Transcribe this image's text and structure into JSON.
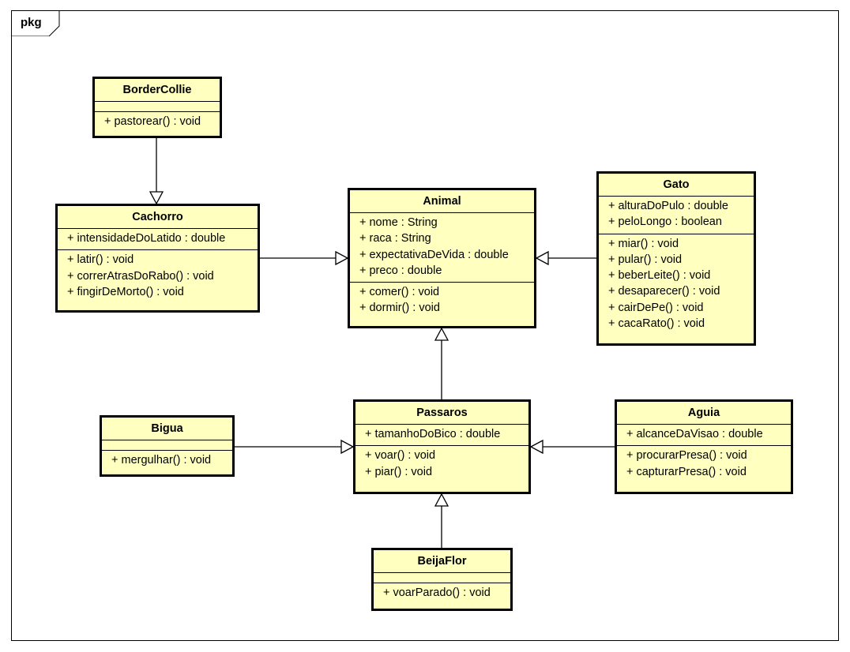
{
  "package": {
    "label": "pkg"
  },
  "classes": {
    "BorderCollie": {
      "name": "BorderCollie",
      "attributes": [],
      "methods": [
        "+ pastorear() : void"
      ]
    },
    "Cachorro": {
      "name": "Cachorro",
      "attributes": [
        "+ intensidadeDoLatido : double"
      ],
      "methods": [
        "+ latir() : void",
        "+ correrAtrasDoRabo() : void",
        "+ fingirDeMorto() : void"
      ]
    },
    "Animal": {
      "name": "Animal",
      "attributes": [
        "+ nome : String",
        "+ raca : String",
        "+ expectativaDeVida : double",
        "+ preco : double"
      ],
      "methods": [
        "+ comer() : void",
        "+ dormir() : void"
      ]
    },
    "Gato": {
      "name": "Gato",
      "attributes": [
        "+ alturaDoPulo : double",
        "+ peloLongo : boolean"
      ],
      "methods": [
        "+ miar() : void",
        "+ pular() : void",
        "+ beberLeite() : void",
        "+ desaparecer() : void",
        "+ cairDePe() : void",
        "+ cacaRato() : void"
      ]
    },
    "Bigua": {
      "name": "Bigua",
      "attributes": [],
      "methods": [
        "+ mergulhar() : void"
      ]
    },
    "Passaros": {
      "name": "Passaros",
      "attributes": [
        "+ tamanhoDoBico : double"
      ],
      "methods": [
        "+ voar() : void",
        "+ piar() : void"
      ]
    },
    "Aguia": {
      "name": "Aguia",
      "attributes": [
        "+ alcanceDaVisao : double"
      ],
      "methods": [
        "+ procurarPresa() : void",
        "+ capturarPresa() : void"
      ]
    },
    "BeijaFlor": {
      "name": "BeijaFlor",
      "attributes": [],
      "methods": [
        "+ voarParado() : void"
      ]
    }
  },
  "generalizations": [
    {
      "child": "BorderCollie",
      "parent": "Cachorro"
    },
    {
      "child": "Cachorro",
      "parent": "Animal"
    },
    {
      "child": "Gato",
      "parent": "Animal"
    },
    {
      "child": "Passaros",
      "parent": "Animal"
    },
    {
      "child": "Bigua",
      "parent": "Passaros"
    },
    {
      "child": "Aguia",
      "parent": "Passaros"
    },
    {
      "child": "BeijaFlor",
      "parent": "Passaros"
    }
  ],
  "colors": {
    "class_fill": "#ffffc0",
    "stroke": "#000000",
    "background": "#ffffff"
  }
}
